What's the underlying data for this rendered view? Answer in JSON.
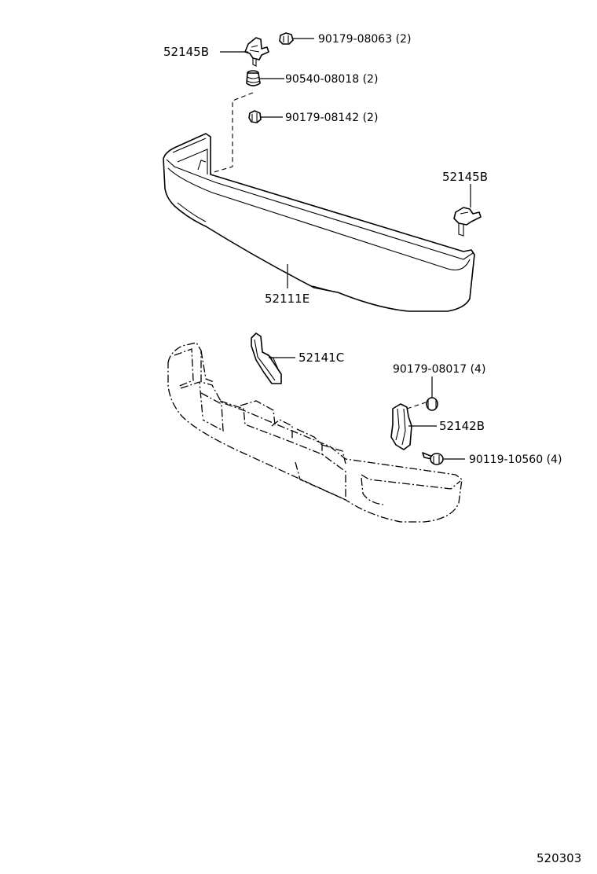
{
  "labels": {
    "bracket_top": "52145B",
    "nut_top": "90179-08063 (2)",
    "cushion": "90540-08018 (2)",
    "nut_mid": "90179-08142 (2)",
    "bracket_right": "52145B",
    "bumper_cover": "52111E",
    "bracket_reinf_left": "52141C",
    "nut_lower": "90179-08017 (4)",
    "bracket_reinf_right": "52142B",
    "bolt_lower": "90119-10560 (4)"
  },
  "footer": {
    "code": "520303"
  }
}
